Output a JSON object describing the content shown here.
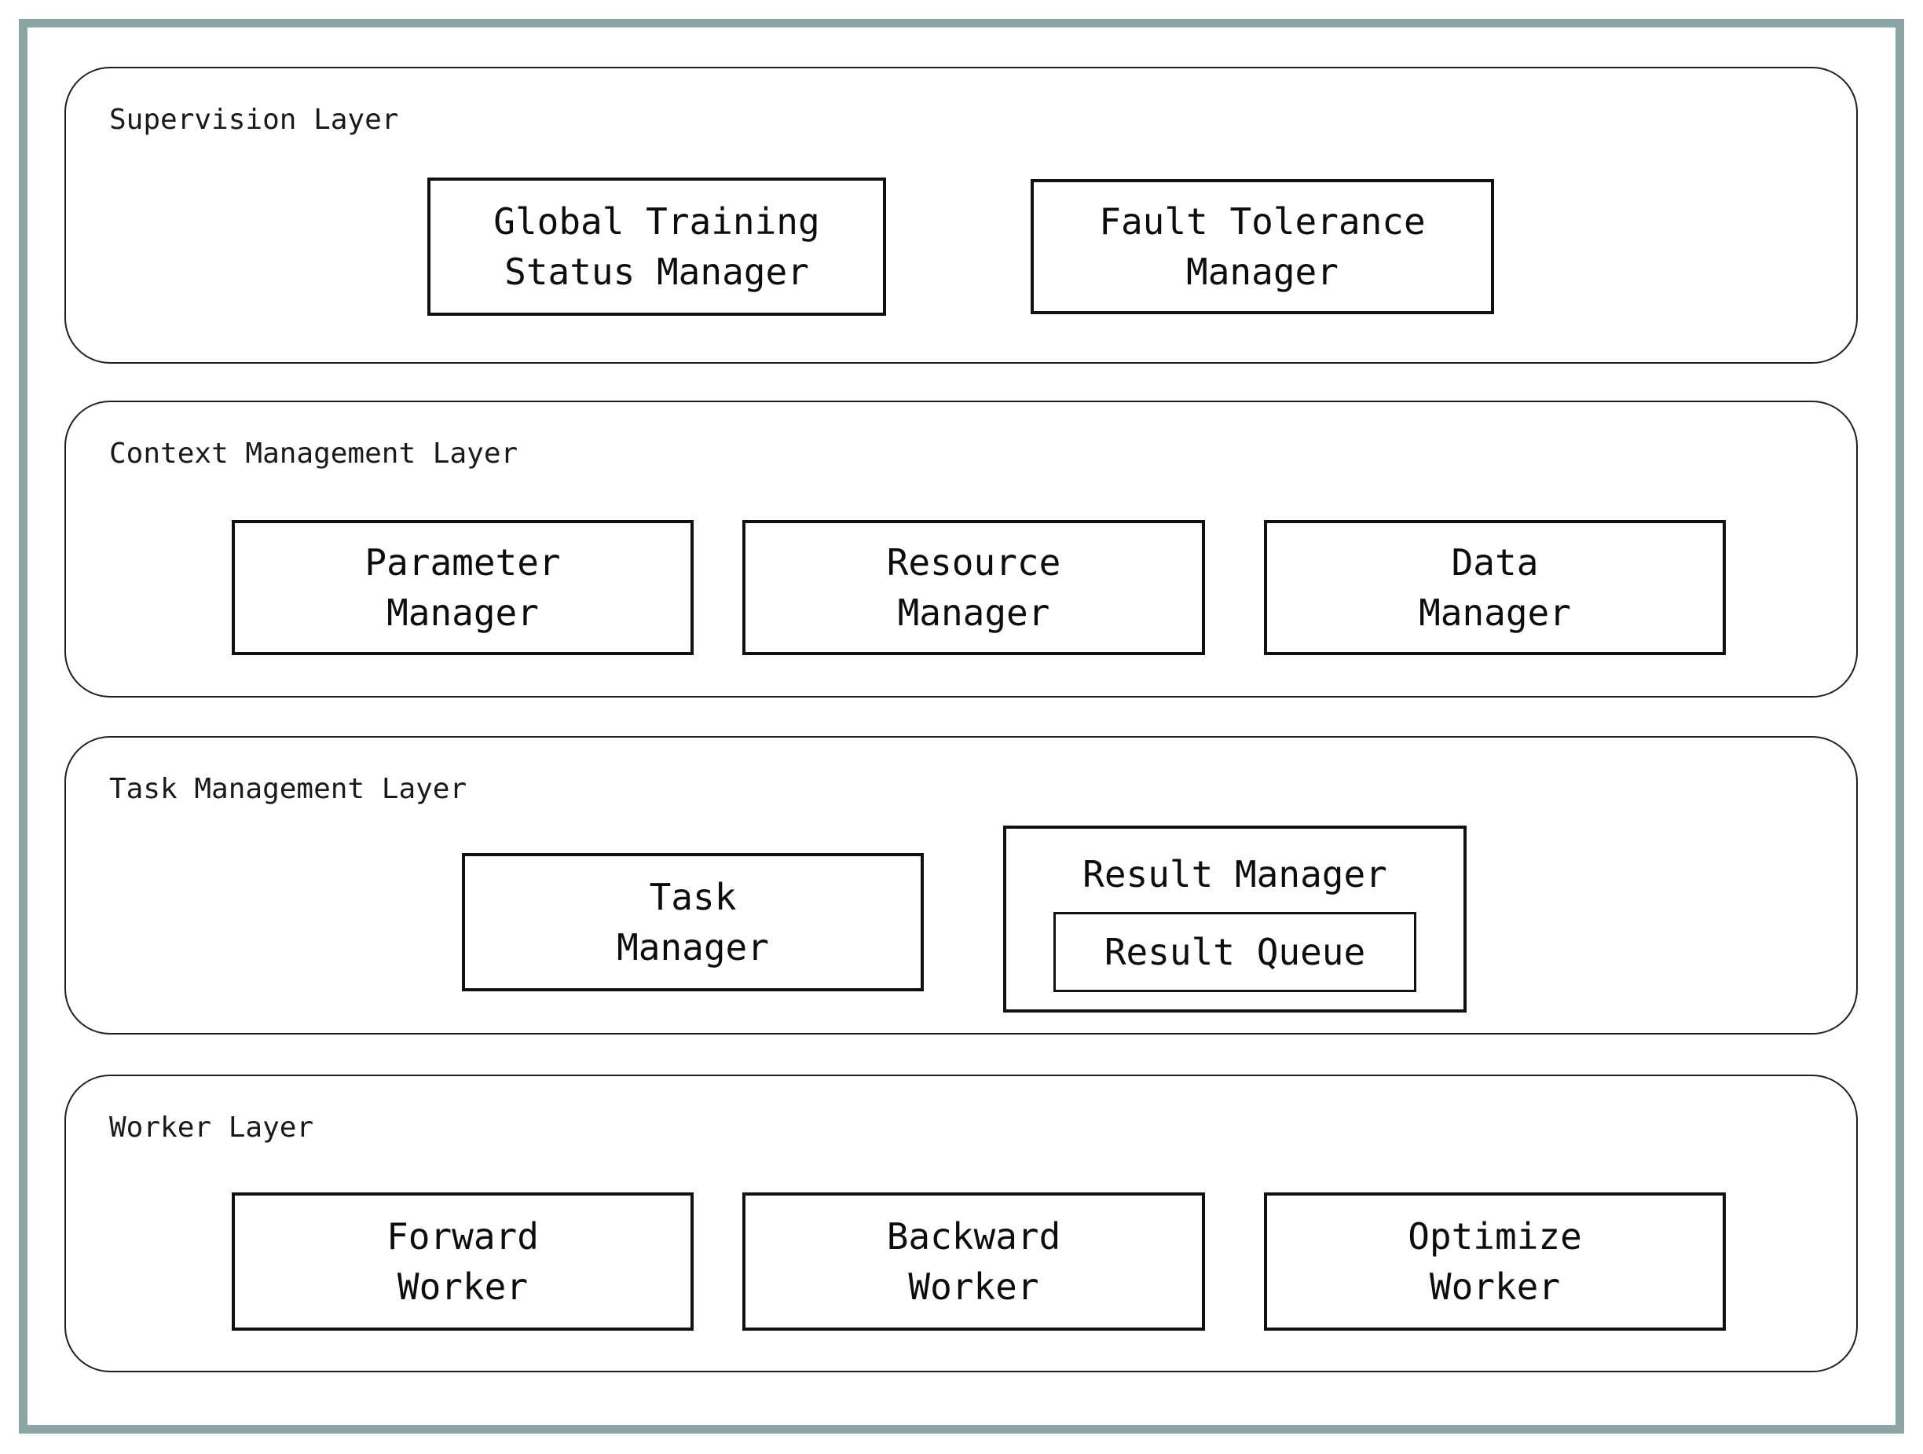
{
  "colors": {
    "frame": "#8ca5a6",
    "layer_border": "#1f1f1f",
    "node_border": "#111111",
    "text": "#0d0d0d",
    "background": "#ffffff"
  },
  "layers": [
    {
      "label": "Supervision Layer",
      "boxes": [
        {
          "label": "Global Training\nStatus Manager"
        },
        {
          "label": "Fault Tolerance\nManager"
        }
      ]
    },
    {
      "label": "Context Management Layer",
      "boxes": [
        {
          "label": "Parameter\nManager"
        },
        {
          "label": "Resource\nManager"
        },
        {
          "label": "Data\nManager"
        }
      ]
    },
    {
      "label": "Task Management Layer",
      "boxes": [
        {
          "label": "Task\nManager"
        },
        {
          "label": "Result Manager",
          "children": [
            {
              "label": "Result Queue"
            }
          ]
        }
      ]
    },
    {
      "label": "Worker Layer",
      "boxes": [
        {
          "label": "Forward\nWorker"
        },
        {
          "label": "Backward\nWorker"
        },
        {
          "label": "Optimize\nWorker"
        }
      ]
    }
  ]
}
